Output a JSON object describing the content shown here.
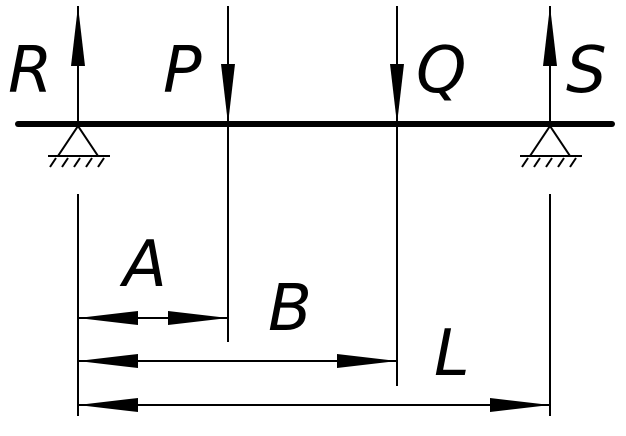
{
  "diagram": {
    "labels": {
      "reaction_left": "R",
      "load_p": "P",
      "load_q": "Q",
      "reaction_right": "S",
      "dim_a": "A",
      "dim_b": "B",
      "dim_l": "L"
    },
    "colors": {
      "stroke": "#000000",
      "background": "#ffffff"
    }
  }
}
